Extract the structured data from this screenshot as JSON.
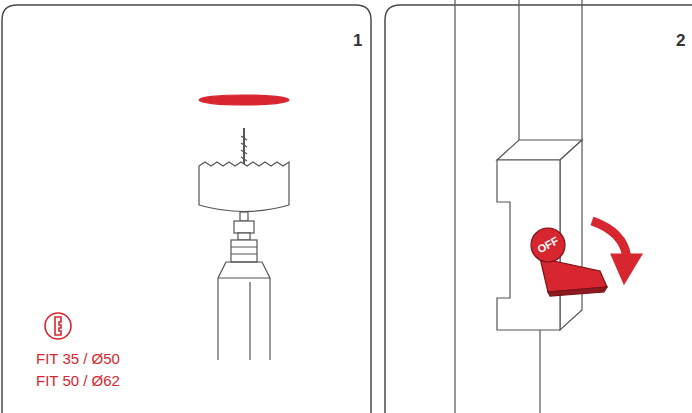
{
  "diagram": {
    "nodes": [
      {
        "text": [
          "1",
          "FIT 35 / Ø50",
          "FIT 50 / Ø62"
        ]
      },
      {
        "text": [
          "2",
          "OFF"
        ]
      }
    ]
  }
}
